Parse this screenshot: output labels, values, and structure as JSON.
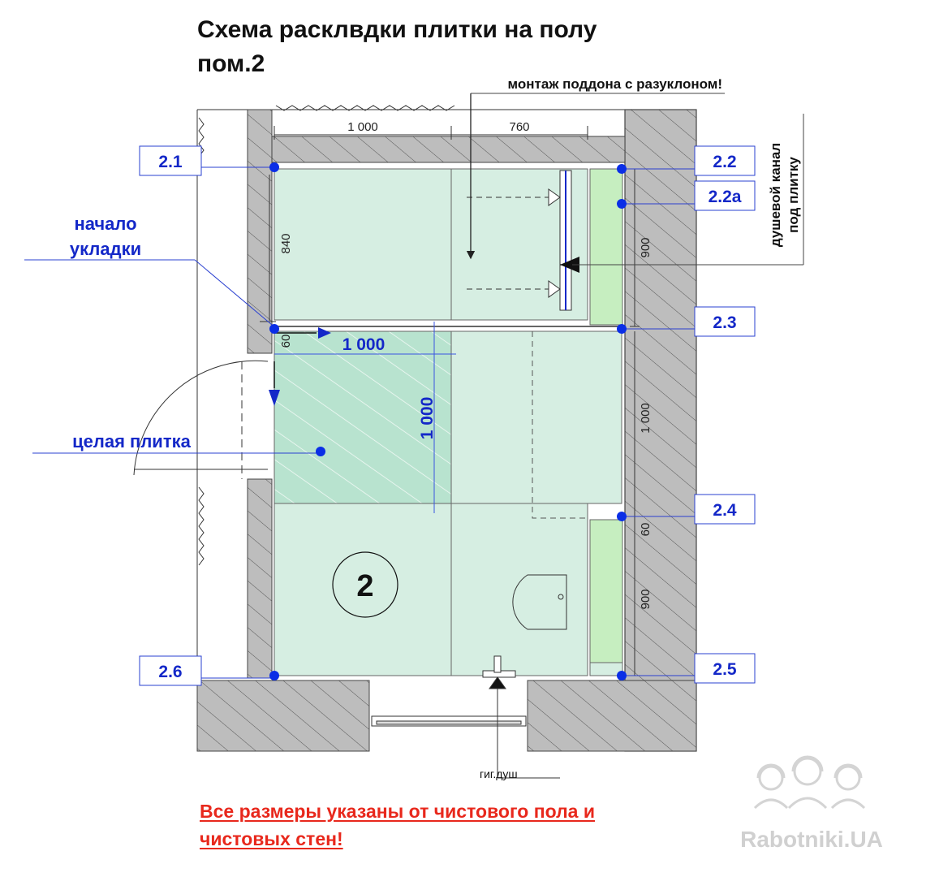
{
  "title": {
    "line1": "Схема расклвдки плитки на полу",
    "line2": "пом.2"
  },
  "annotations": {
    "tray": "монтаж поддона с разуклоном!",
    "shower_channel_1": "душевой канал",
    "shower_channel_2": "под плитку",
    "start_1": "начало",
    "start_2": "укладки",
    "whole_tile": "целая плитка",
    "hygienic_shower": "гиг.душ"
  },
  "dimensions": {
    "top_1000": "1 000",
    "top_760": "760",
    "left_840": "840",
    "left_60": "60",
    "tile_w": "1 000",
    "tile_h": "1 000",
    "right_900_top": "900",
    "right_1000": "1 000",
    "right_60": "60",
    "right_900_bottom": "900"
  },
  "points": {
    "p21": "2.1",
    "p22": "2.2",
    "p22a": "2.2а",
    "p23": "2.3",
    "p24": "2.4",
    "p25": "2.5",
    "p26": "2.6"
  },
  "room_number": "2",
  "note": {
    "line1": "Все размеры указаны от чистового  пола и",
    "line2": "чистовых стен!"
  },
  "watermark": "Rabotniki.UA",
  "colors": {
    "tile": "#d6eee2",
    "highlight_tile": "#b8e3cf",
    "channel": "#c6eec0",
    "wall": "#bdbdbd",
    "blue_label": "#1428c8",
    "marker": "#0a2ee6",
    "warning": "#e8281c"
  }
}
